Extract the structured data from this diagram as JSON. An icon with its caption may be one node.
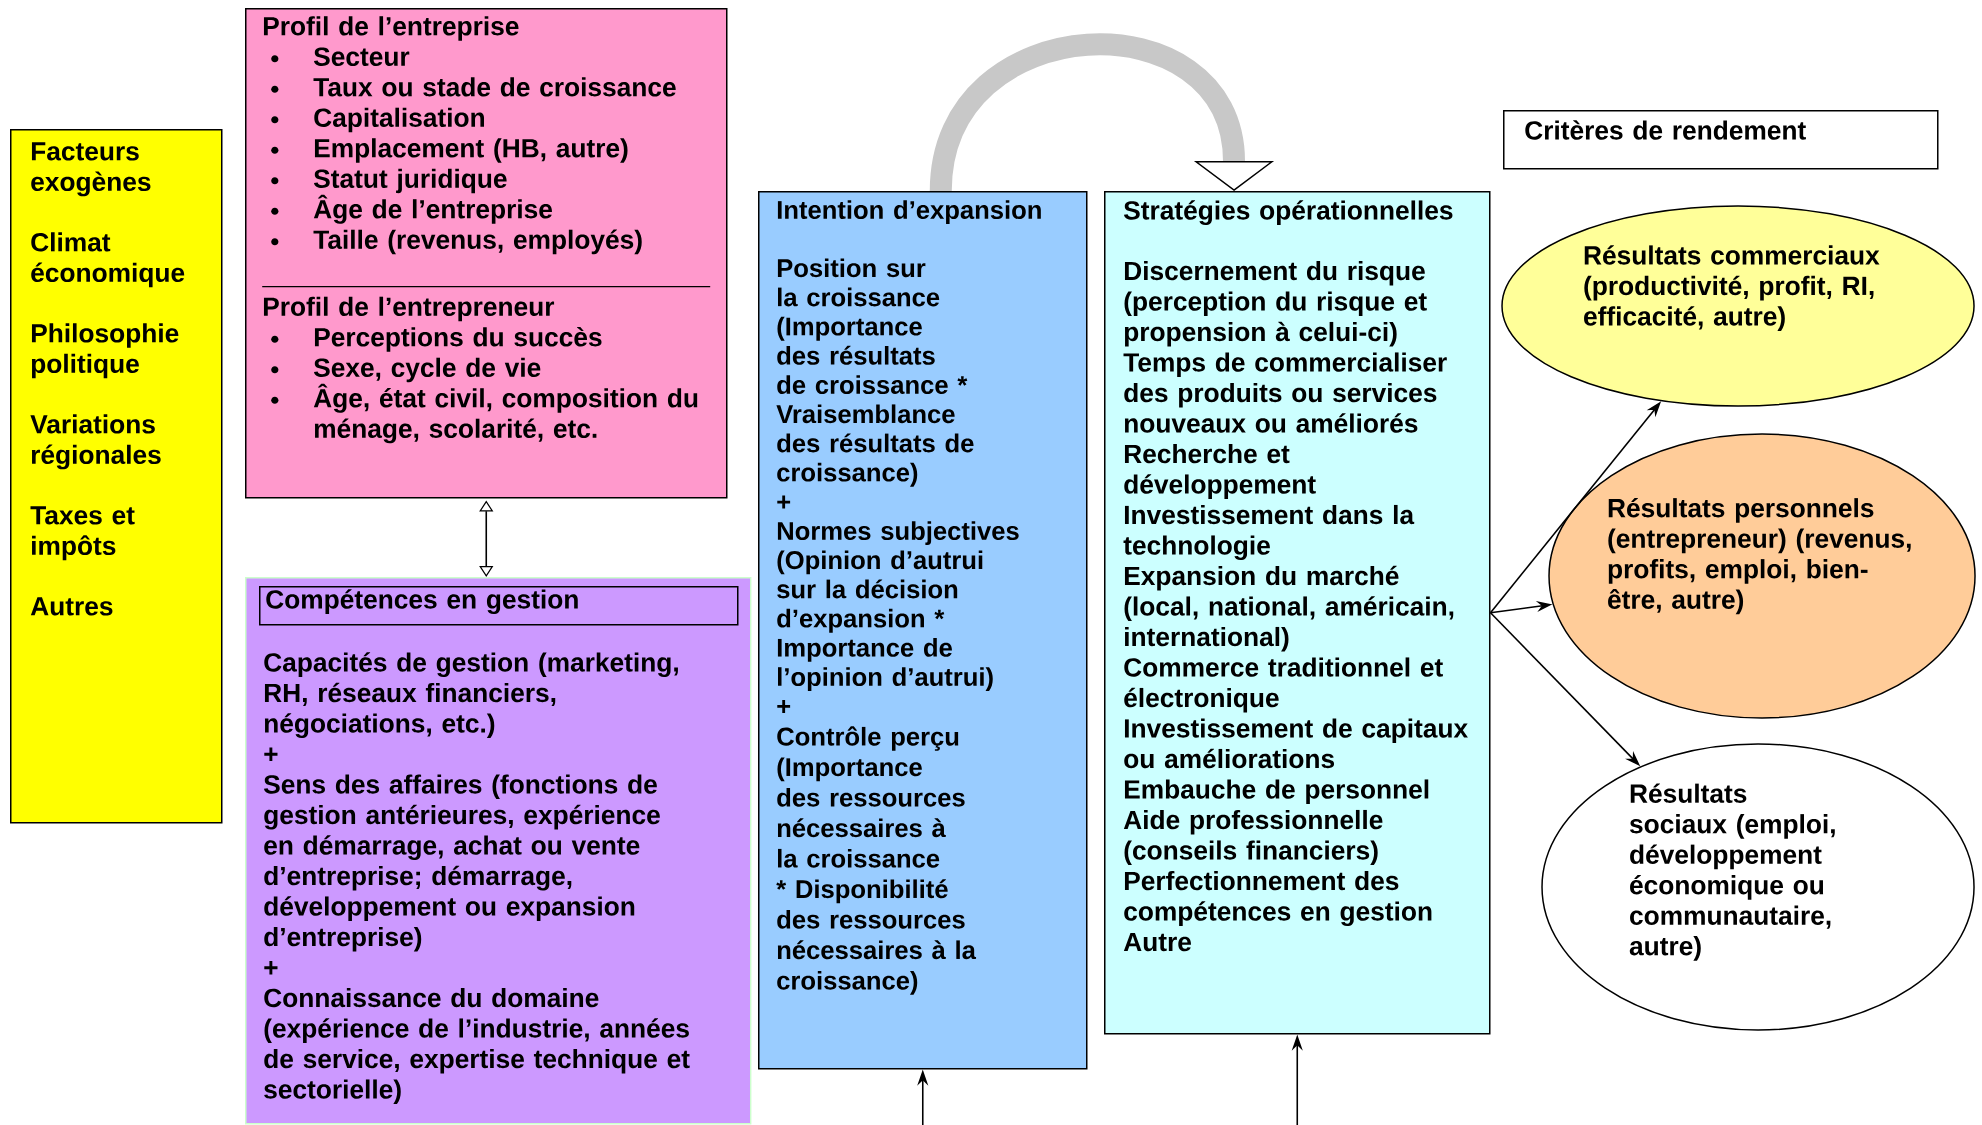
{
  "diagram": {
    "nodes": [
      {
        "text": [
          "Facteurs exogènes",
          "Climat économique",
          "Philosophie politique",
          "Variations régionales",
          "Taxes et impôts",
          "Autres"
        ]
      },
      {
        "text": [
          "Profil de l’entreprise",
          "Secteur",
          "Taux ou stade de croissance",
          "Capitalisation",
          "Emplacement (HB, autre)",
          "Statut juridique",
          "Âge de l’entreprise",
          "Taille (revenus, employés)",
          "Profil de l’entrepreneur",
          "Perceptions du succès",
          "Sexe, cycle de vie",
          "Âge, état civil, composition du ménage, scolarité, etc."
        ]
      },
      {
        "text": [
          "Capacités de gestion (marketing, RH, réseaux financiers, négociations, etc.)",
          "+",
          "Sens des affaires (fonctions de gestion antérieures, expérience en démarrage, achat ou vente d’entreprise; démarrage, développement ou expansion d’entreprise)",
          "+",
          "Connaissance du domaine (expérience de l’industrie, années de service, expertise technique et sectorielle)"
        ]
      },
      {
        "text": [
          "Compétences en gestion"
        ],
        "in": 2
      },
      {
        "text": [
          "Intention d’expansion",
          "Position sur la croissance (Importance des résultats de croissance * Vraisemblance des résultats de croissance)",
          "+",
          "Normes subjectives (Opinion d’autrui sur la décision d’expansion * Importance de l’opinion d’autrui)",
          "+",
          "Contrôle perçu (Importance des ressources nécessaires à la croissance * Disponibilité des ressources nécessaires à la croissance)"
        ]
      },
      {
        "text": [
          "Stratégies opérationnelles",
          "Discernement du risque (perception du risque et propension à celui-ci)",
          "Temps de commercialiser des produits ou services nouveaux ou améliorés",
          "Recherche et développement",
          "Investissement dans la technologie",
          "Expansion du marché (local, national, américain, international)",
          "Commerce traditionnel et électronique",
          "Investissement de capitaux ou améliorations",
          "Embauche de personnel",
          "Aide professionnelle (conseils financiers)",
          "Perfectionnement des compétences en gestion",
          "Autre"
        ]
      },
      {
        "text": [
          "Critères de rendement"
        ]
      },
      {
        "text": [
          "Résultats commerciaux (productivité, profit, RI, efficacité, autre)"
        ]
      },
      {
        "text": [
          "Résultats personnels (entrepreneur) (revenus, profits, emploi, bien-être, autre)"
        ]
      },
      {
        "text": [
          "Résultats sociaux (emploi, développement économique ou communautaire, autre)"
        ]
      }
    ],
    "edges": [
      {
        "from": 1,
        "to": 2,
        "arrow": "both"
      },
      {
        "from": 4,
        "to": 5,
        "arrow": "to",
        "style": "thick",
        "color": "#c8c8c8"
      },
      {
        "from": 5,
        "to": 7,
        "arrow": "to"
      },
      {
        "from": 5,
        "to": 8,
        "arrow": "to"
      },
      {
        "from": 5,
        "to": 9,
        "arrow": "to"
      },
      {
        "from": null,
        "to": 4,
        "arrow": "to"
      },
      {
        "from": null,
        "to": 5,
        "arrow": "to"
      }
    ]
  }
}
